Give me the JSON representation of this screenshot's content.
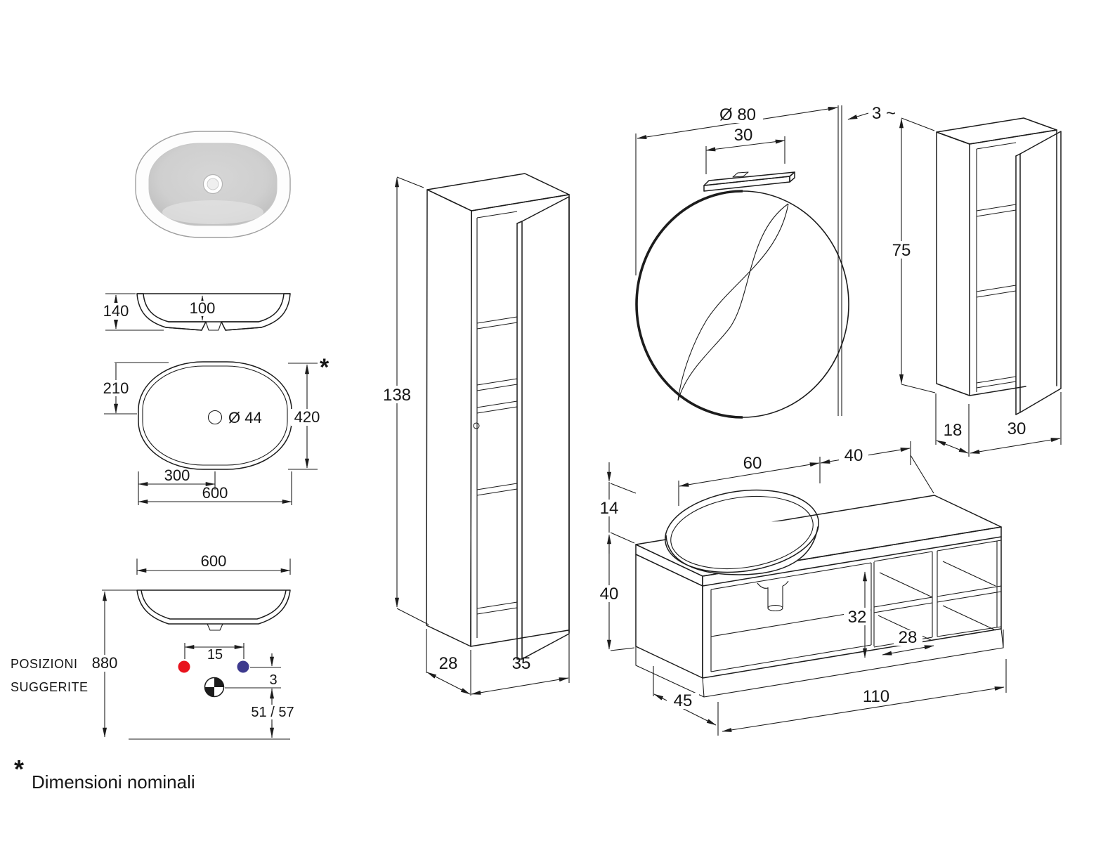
{
  "drawing_title": "Bathroom furniture dimensional drawing",
  "labels": {
    "basin_section_height": "140",
    "basin_section_depth": "100",
    "basin_half_depth": "210",
    "basin_depth": "420",
    "basin_drain": "Ø 44",
    "basin_half_width": "300",
    "basin_width": "600",
    "asterisk": "*",
    "front_width": "600",
    "front_height": "880",
    "positions_line1": "POSIZIONI",
    "positions_line2": "SUGGERITE",
    "tap_spacing": "15",
    "drain_offset_small": "3",
    "drain_height": "51 / 57",
    "tall_height": "138",
    "tall_depth": "28",
    "tall_width": "35",
    "mirror_diameter": "Ø 80",
    "lamp_width": "30",
    "mirror_thickness": "3 ~",
    "wall_height": "75",
    "wall_depth": "18",
    "wall_width": "30",
    "vanity_basin_span": "60",
    "vanity_right_span": "40",
    "vanity_basin_height": "14",
    "vanity_height": "40",
    "vanity_inner_height": "32",
    "vanity_cubby_width": "28",
    "vanity_width": "110",
    "vanity_depth": "45",
    "footnote_asterisk": "*",
    "footnote_text": "Dimensioni nominali"
  },
  "colors": {
    "hot_water": "#e8131d",
    "cold_water": "#3d3a8e",
    "line": "#1c1c1c",
    "section_fill": "#9a9a9a"
  }
}
